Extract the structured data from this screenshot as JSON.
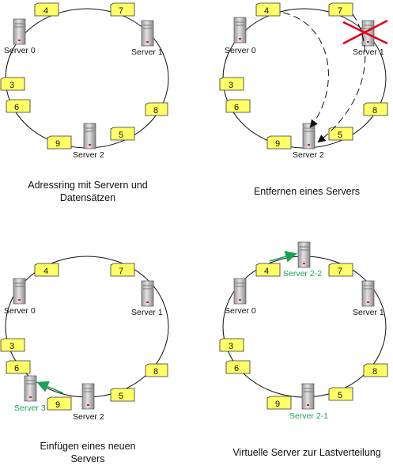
{
  "colors": {
    "ring": "#111111",
    "data_box_fill": "#ffff66",
    "data_box_stroke": "#333333",
    "server_body": "#c8c8c8",
    "new_server_highlight": "#1aa25a",
    "remove_cross": "#e0001a"
  },
  "panels": [
    {
      "caption": [
        "Adressring mit Servern und",
        "Datensätzen"
      ],
      "servers": [
        "Server 0",
        "Server 1",
        "Server 2"
      ],
      "data_items": [
        "4",
        "7",
        "3",
        "6",
        "8",
        "9",
        "5"
      ]
    },
    {
      "caption": [
        "Entfernen eines Servers"
      ],
      "servers": [
        "Server 0",
        "Server 1",
        "Server 2"
      ],
      "data_items": [
        "4",
        "7",
        "3",
        "6",
        "8",
        "9",
        "5"
      ],
      "removed_server": "Server 1"
    },
    {
      "caption": [
        "Einfügen eines neuen",
        "Servers"
      ],
      "servers": [
        "Server 0",
        "Server 1",
        "Server 2",
        "Server 3"
      ],
      "data_items": [
        "4",
        "7",
        "3",
        "6",
        "8",
        "9",
        "5"
      ],
      "new_server": "Server 3"
    },
    {
      "caption": [
        "Virtuelle Server zur Lastverteilung"
      ],
      "servers": [
        "Server 0",
        "Server 1",
        "Server 2-2",
        "Server 2-1"
      ],
      "data_items": [
        "4",
        "7",
        "3",
        "6",
        "8",
        "9",
        "5"
      ],
      "virtual_servers": [
        "Server 2-2",
        "Server 2-1"
      ]
    }
  ]
}
